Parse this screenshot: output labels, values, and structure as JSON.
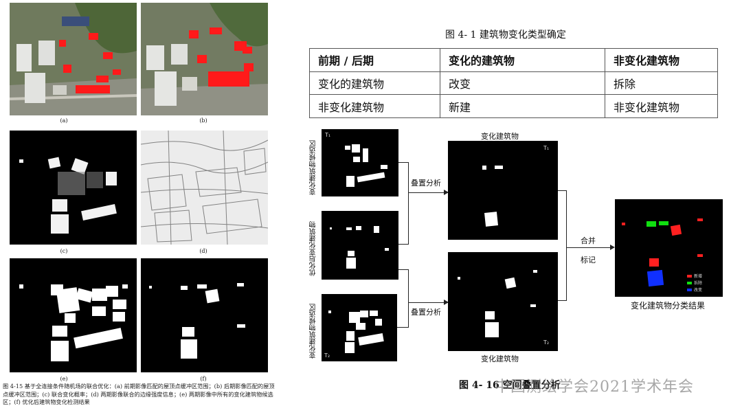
{
  "left_figure": {
    "panel_labels": [
      "(a)",
      "(b)",
      "(c)",
      "(d)",
      "(e)",
      "(f)"
    ],
    "caption": "图 4-15 基于全连接条件随机场的联合优化：(a) 前期影像匹配的屋顶点缓冲区范围；(b) 后期影像匹配的屋顶点缓冲区范围；(c) 联合变化概率；(d) 两期影像联合的边缘强度信息；(e) 两期影像中所有的变化建筑物候选区；(f) 优化后建筑物变化检测结果"
  },
  "table": {
    "title": "图 4- 1  建筑物变化类型确定",
    "headers": [
      "前期 / 后期",
      "变化的建筑物",
      "非变化建筑物"
    ],
    "rows": [
      [
        "变化的建筑物",
        "改变",
        "拆除"
      ],
      [
        "非变化建筑物",
        "新建",
        "非变化建筑物"
      ]
    ]
  },
  "diagram": {
    "left_labels": [
      "变化建筑物候选区",
      "优化后变化建筑物",
      "变化建筑物候选区"
    ],
    "t1": "T₁",
    "t2": "T₂",
    "overlay_label_top": "叠置分析",
    "overlay_label_bottom": "叠置分析",
    "middle_top_title": "变化建筑物",
    "middle_bottom_title": "变化建筑物",
    "merge_label_1": "合并",
    "merge_label_2": "标记",
    "result_title": "变化建筑物分类结果",
    "legend": [
      {
        "label": "新增",
        "color": "#ff2020"
      },
      {
        "label": "拆除",
        "color": "#10e010"
      },
      {
        "label": "改变",
        "color": "#1030ff"
      }
    ],
    "caption": "图 4- 16 空间叠置分析"
  },
  "watermark": "中国测绘学会2021学术年会"
}
